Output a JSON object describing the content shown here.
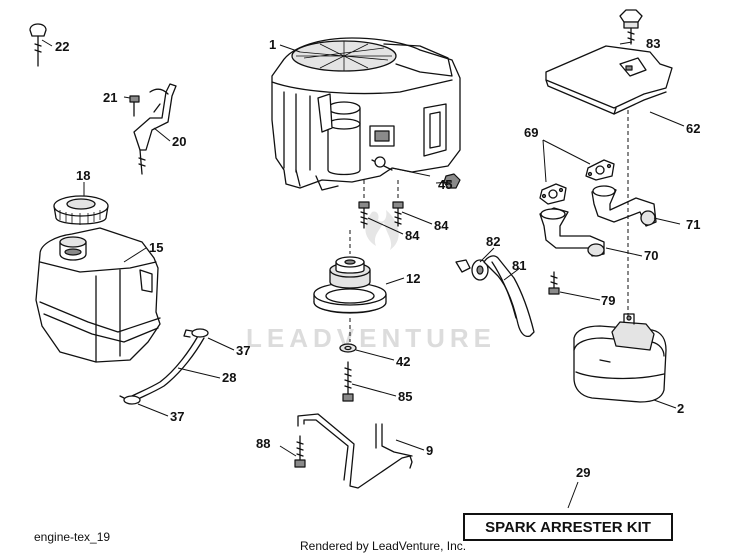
{
  "watermark": "LEADVENTURE",
  "footer": {
    "image_code": "engine-tex_19",
    "rendered_by": "Rendered by LeadVenture, Inc."
  },
  "kit_label": "SPARK ARRESTER KIT",
  "callouts": {
    "c1": "1",
    "c2": "2",
    "c9": "9",
    "c12": "12",
    "c15": "15",
    "c18": "18",
    "c20": "20",
    "c21": "21",
    "c22": "22",
    "c28": "28",
    "c29": "29",
    "c37a": "37",
    "c37b": "37",
    "c42": "42",
    "c45": "45",
    "c62": "62",
    "c69": "69",
    "c70": "70",
    "c71": "71",
    "c79": "79",
    "c81": "81",
    "c82": "82",
    "c83": "83",
    "c84a": "84",
    "c84b": "84",
    "c85": "85",
    "c88": "88"
  }
}
